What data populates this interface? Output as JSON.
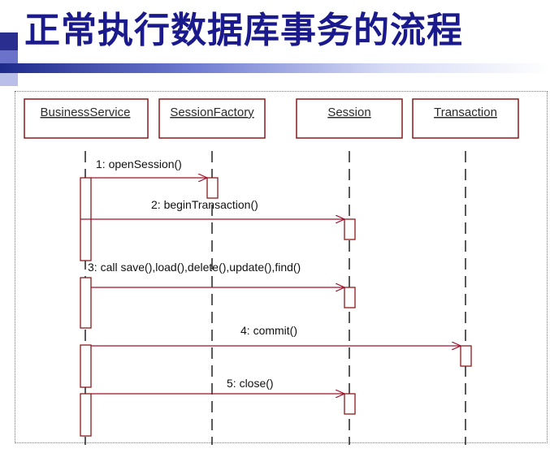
{
  "slide": {
    "title": "正常执行数据库事务的流程"
  },
  "diagram": {
    "type": "uml-sequence",
    "colors": {
      "title": "#1a1a8c",
      "box_border": "#8b1a1a",
      "message_line": "#a0102a",
      "lifeline": "#222222"
    },
    "objects": [
      {
        "id": "bs",
        "label": "BusinessService"
      },
      {
        "id": "sf",
        "label": "SessionFactory"
      },
      {
        "id": "se",
        "label": "Session"
      },
      {
        "id": "tx",
        "label": "Transaction"
      }
    ],
    "messages": [
      {
        "from": "bs",
        "to": "sf",
        "label": "1: openSession()"
      },
      {
        "from": "bs",
        "to": "se",
        "label": "2: beginTransaction()"
      },
      {
        "from": "bs",
        "to": "se",
        "label": "3: call save(),load(),delete(),update(),find()"
      },
      {
        "from": "bs",
        "to": "tx",
        "label": "4: commit()"
      },
      {
        "from": "bs",
        "to": "se",
        "label": "5: close()"
      }
    ]
  }
}
